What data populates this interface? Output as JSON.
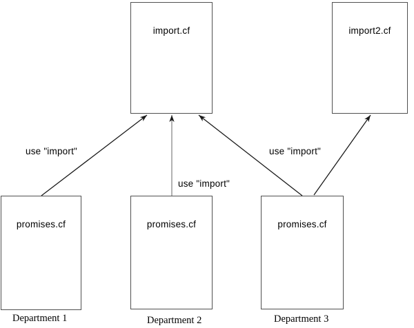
{
  "diagram": {
    "nodes": [
      {
        "id": "import",
        "label": "import.cf"
      },
      {
        "id": "import2",
        "label": "import2.cf"
      },
      {
        "id": "promises1",
        "label": "promises.cf"
      },
      {
        "id": "promises2",
        "label": "promises.cf"
      },
      {
        "id": "promises3",
        "label": "promises.cf"
      }
    ],
    "edge_labels": [
      {
        "text": "use \"import\""
      },
      {
        "text": "use \"import\""
      },
      {
        "text": "use \"import\""
      }
    ],
    "edges": [
      {
        "from": "promises1",
        "to": "import",
        "label": "use \"import\""
      },
      {
        "from": "promises2",
        "to": "import",
        "label": "use \"import\""
      },
      {
        "from": "promises3",
        "to": "import",
        "label": "use \"import\""
      },
      {
        "from": "promises3",
        "to": "import2",
        "label": "use \"import\""
      }
    ],
    "captions": [
      {
        "text": "Department 1"
      },
      {
        "text": "Department 2"
      },
      {
        "text": "Department 3"
      }
    ],
    "colors": {
      "background": "#ffffff",
      "box_border": "#4f4f4f",
      "line_dark": "#1a1a1a",
      "line_gray": "#888888",
      "text": "#000000"
    }
  }
}
